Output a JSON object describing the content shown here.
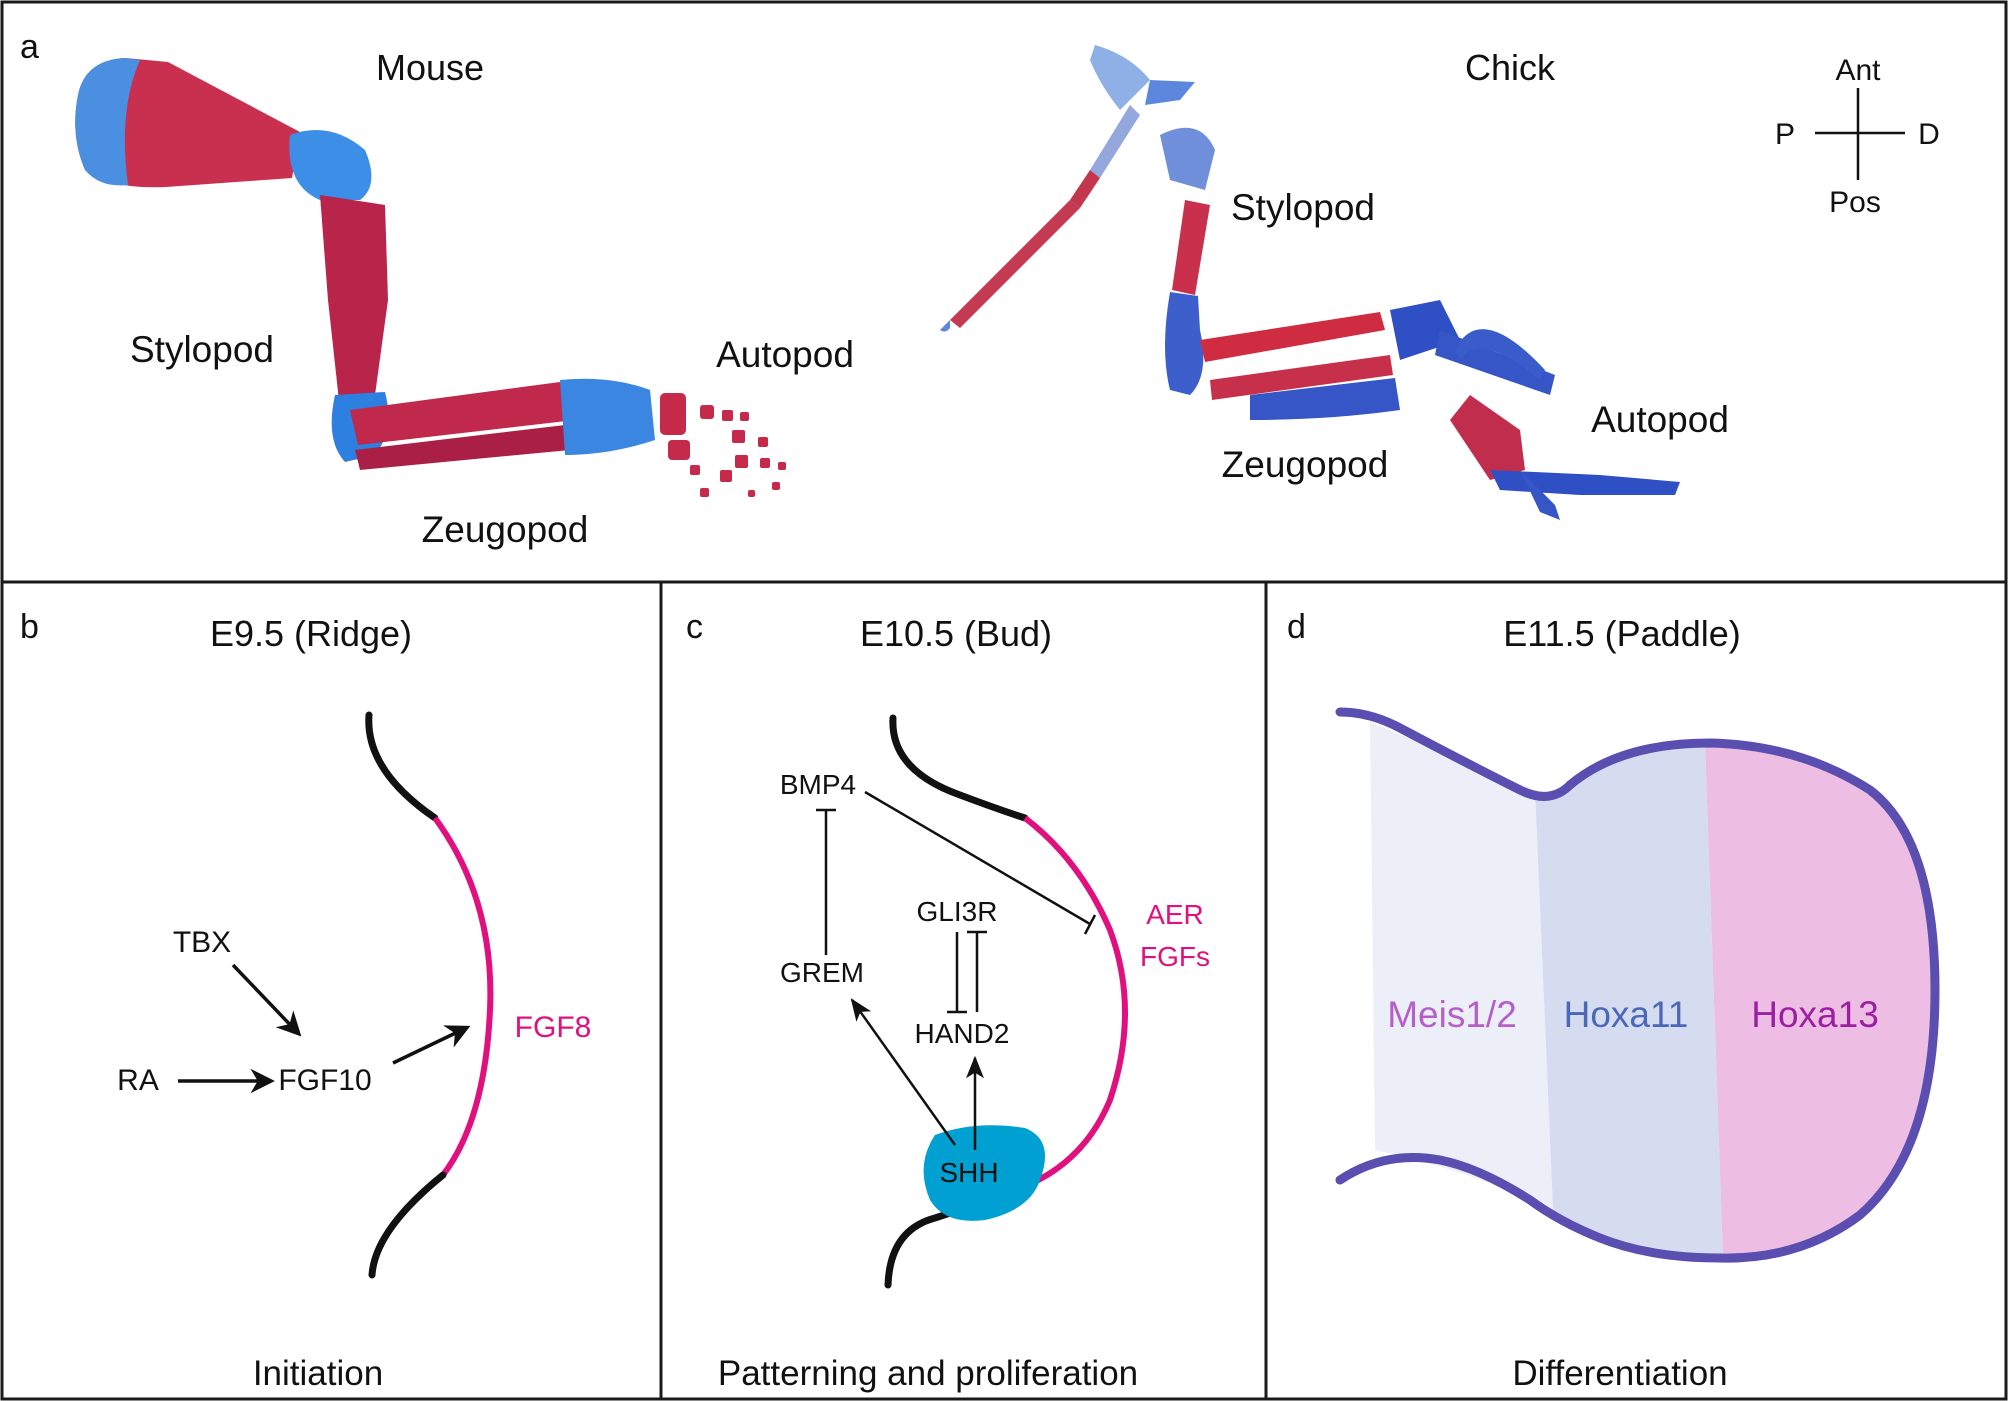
{
  "colors": {
    "border": "#1a1a1a",
    "aer_pink": "#e0117f",
    "shh_cyan": "#00a0d2",
    "paddle_outline": "#5a4fb0",
    "meis_zone": "#eceef8",
    "hoxa11_zone": "#d6dcf0",
    "hoxa13_zone": "#eebde3",
    "meis_text": "#b55fc9",
    "hoxa11_text": "#4b67b8",
    "hoxa13_text": "#9b1fa3",
    "bone_red": "#c62a4a",
    "cartilage_blue": "#2f66c9"
  },
  "panel_a": {
    "letter": "a",
    "mouse": {
      "title": "Mouse",
      "stylopod": "Stylopod",
      "zeugopod": "Zeugopod",
      "autopod": "Autopod"
    },
    "chick": {
      "title": "Chick",
      "stylopod": "Stylopod",
      "zeugopod": "Zeugopod",
      "autopod": "Autopod"
    },
    "axes": {
      "ant": "Ant",
      "pos": "Pos",
      "p": "P",
      "d": "D"
    }
  },
  "panel_b": {
    "letter": "b",
    "title": "E9.5 (Ridge)",
    "genes": {
      "tbx": "TBX",
      "ra": "RA",
      "fgf10": "FGF10",
      "fgf8": "FGF8"
    },
    "caption": "Initiation"
  },
  "panel_c": {
    "letter": "c",
    "title": "E10.5 (Bud)",
    "genes": {
      "bmp4": "BMP4",
      "gli3r": "GLI3R",
      "grem": "GREM",
      "hand2": "HAND2",
      "shh": "SHH",
      "aer": "AER",
      "fgfs": "FGFs"
    },
    "caption": "Patterning and proliferation"
  },
  "panel_d": {
    "letter": "d",
    "title": "E11.5 (Paddle)",
    "zones": {
      "meis": "Meis1/2",
      "hoxa11": "Hoxa11",
      "hoxa13": "Hoxa13"
    },
    "caption": "Differentiation"
  }
}
